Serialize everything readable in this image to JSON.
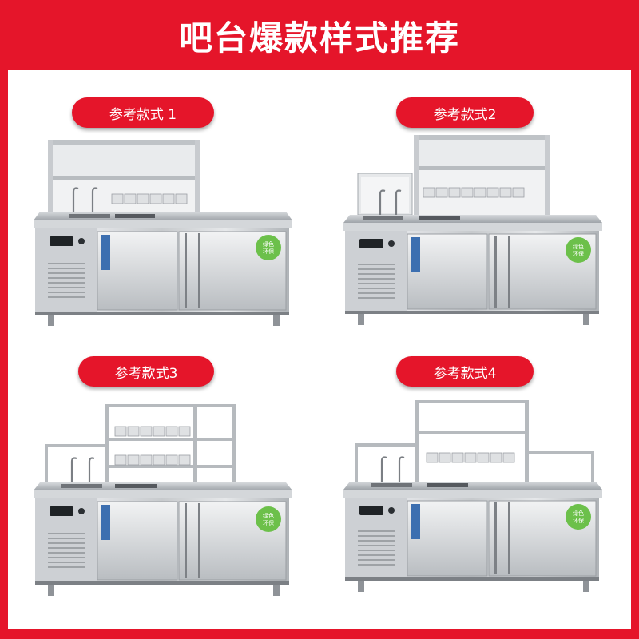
{
  "header": {
    "title": "吧台爆款样式推荐"
  },
  "styles": [
    {
      "label": "参考款式 1",
      "variant": "high-shelf-left-sink"
    },
    {
      "label": "参考款式2",
      "variant": "side-sink-box-with-upper-shelf"
    },
    {
      "label": "参考款式3",
      "variant": "open-frame-two-tier"
    },
    {
      "label": "参考款式4",
      "variant": "open-frame-with-side-rail"
    }
  ],
  "product_badge": {
    "lines": [
      "绿色",
      "环保"
    ],
    "color": "#6cc04a"
  },
  "colors": {
    "brand_red": "#e5152a",
    "steel": "#c9ccd0"
  }
}
